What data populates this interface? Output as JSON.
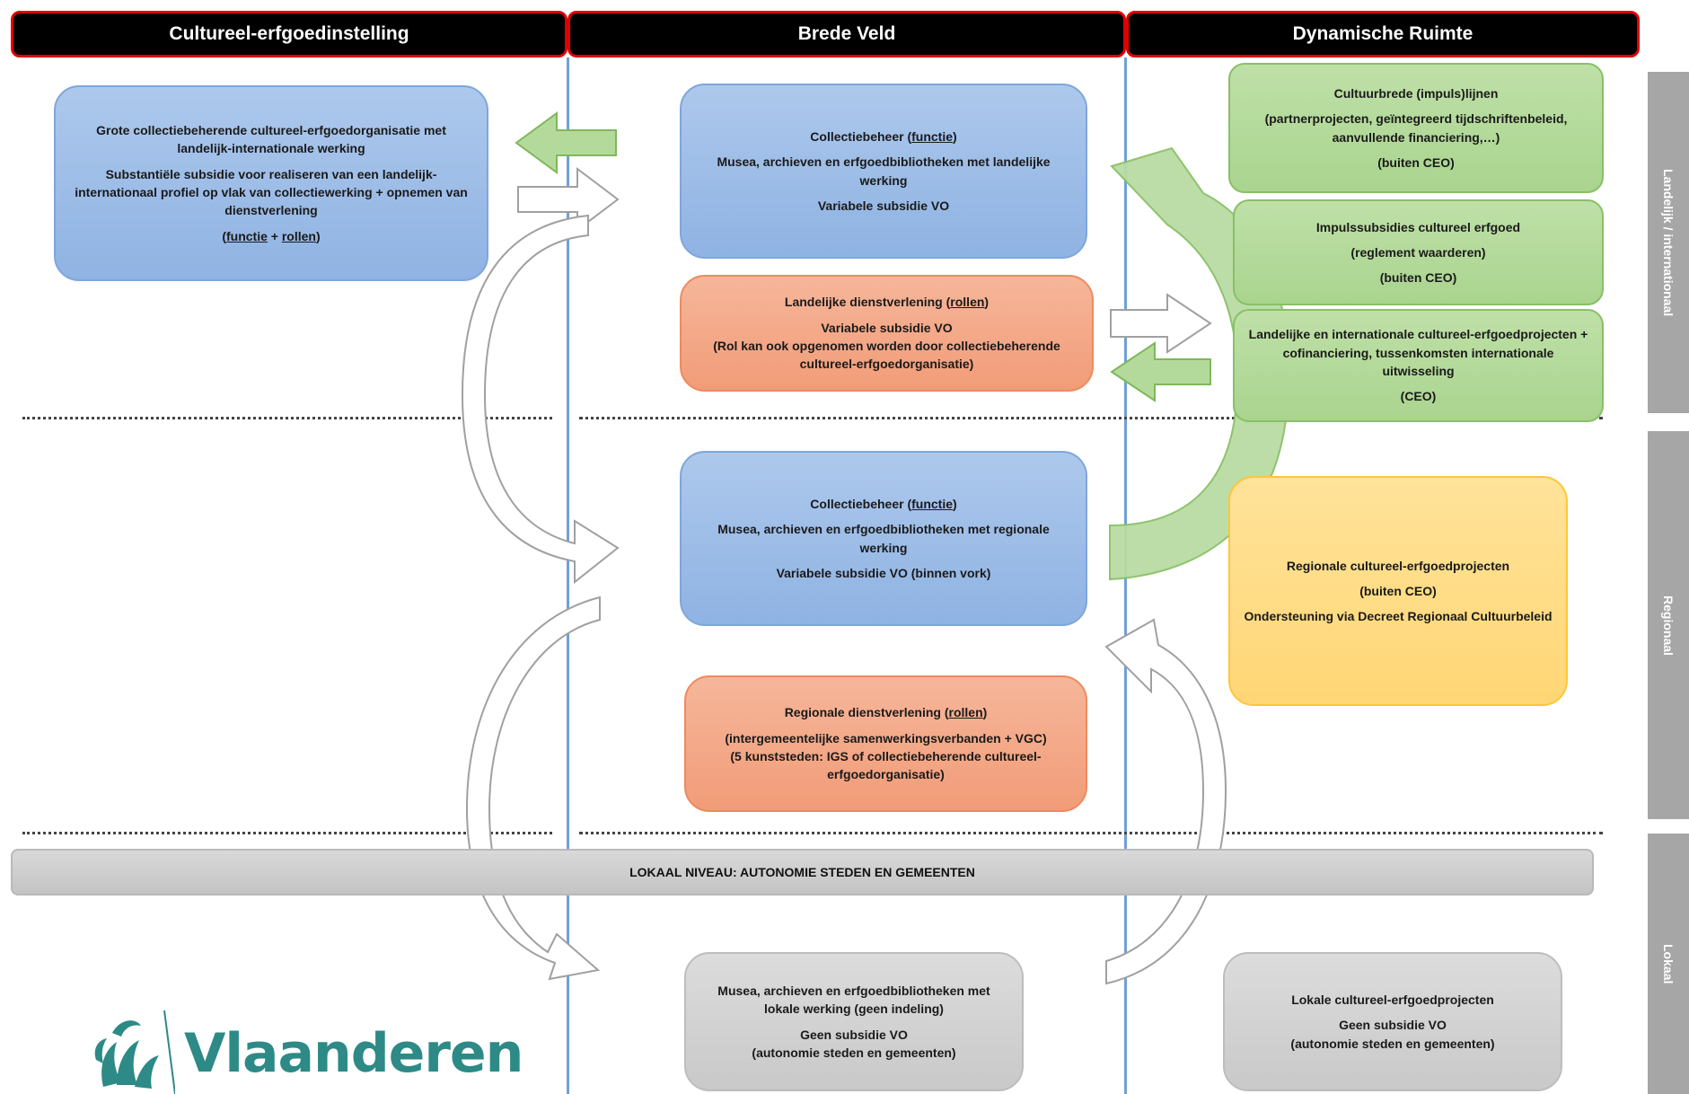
{
  "headers": {
    "col1": "Cultureel-erfgoedinstelling",
    "col2": "Brede Veld",
    "col3": "Dynamische Ruimte"
  },
  "boxes": {
    "col1_top": {
      "line1": "Grote collectiebeherende cultureel-erfgoedorganisatie met landelijk-internationale werking",
      "line2": "Substantiële subsidie voor realiseren van een landelijk-internationaal profiel op vlak van collectiewerking + opnemen van dienstverlening",
      "line3_pre": "(",
      "line3_functie": "functie",
      "line3_mid": " + ",
      "line3_rollen": "rollen",
      "line3_post": ")"
    },
    "mid_nat_collectie": {
      "title_pre": "Collectiebeheer (",
      "title_u": "functie",
      "title_post": ")",
      "line2": "Musea, archieven en erfgoedbibliotheken met landelijke werking",
      "line3": "Variabele subsidie VO"
    },
    "mid_nat_dienst": {
      "title_pre": "Landelijke dienstverlening (",
      "title_u": "rollen",
      "title_post": ")",
      "line2": "Variabele subsidie VO",
      "line3": "(Rol kan ook opgenomen worden door collectiebeherende cultureel-erfgoedorganisatie)"
    },
    "mid_reg_collectie": {
      "title_pre": "Collectiebeheer (",
      "title_u": "functie",
      "title_post": ")",
      "line2": "Musea, archieven en erfgoedbibliotheken met regionale werking",
      "line3": "Variabele subsidie VO (binnen vork)"
    },
    "mid_reg_dienst": {
      "title_pre": "Regionale dienstverlening (",
      "title_u": "rollen",
      "title_post": ")",
      "line2": "(intergemeentelijke samenwerkingsverbanden + VGC)",
      "line3": "(5 kunststeden: IGS of collectiebeherende cultureel-erfgoedorganisatie)"
    },
    "mid_lokaal": {
      "line1": "Musea, archieven en erfgoedbibliotheken met lokale werking (geen indeling)",
      "line2": "Geen subsidie VO",
      "line3": "(autonomie steden en gemeenten)"
    },
    "green1": {
      "line1": "Cultuurbrede (impuls)lijnen",
      "line2": "(partnerprojecten, geïntegreerd tijdschriftenbeleid, aanvullende financiering,…)",
      "line3": "(buiten CEO)"
    },
    "green2": {
      "line1": "Impulssubsidies cultureel erfgoed",
      "line2": "(reglement waarderen)",
      "line3": "(buiten CEO)"
    },
    "green3": {
      "line1": "Landelijke en internationale cultureel-erfgoedprojecten + cofinanciering, tussenkomsten internationale uitwisseling",
      "line2": "(CEO)"
    },
    "yellow": {
      "line1": "Regionale cultureel-erfgoedprojecten",
      "line2": "(buiten CEO)",
      "line3": "Ondersteuning via Decreet Regionaal Cultuurbeleid"
    },
    "right_lokaal": {
      "line1": "Lokale cultureel-erfgoedprojecten",
      "line2": "Geen subsidie VO",
      "line3": "(autonomie steden en gemeenten)"
    }
  },
  "lokaal_bar": "LOKAAL NIVEAU: AUTONOMIE STEDEN EN GEMEENTEN",
  "side_labels": {
    "top": "Landelijk / internationaal",
    "middle": "Regionaal",
    "bottom": "Lokaal"
  },
  "logo": {
    "text": "Vlaanderen",
    "icon": "lion-icon"
  },
  "colors": {
    "header_bg": "#000000",
    "header_border": "#e00000",
    "blue": "#9dbde8",
    "orange": "#f4a887",
    "green": "#b4da9b",
    "yellow": "#ffdb80",
    "grey": "#d1d1d1",
    "logo": "#2d8a86"
  }
}
